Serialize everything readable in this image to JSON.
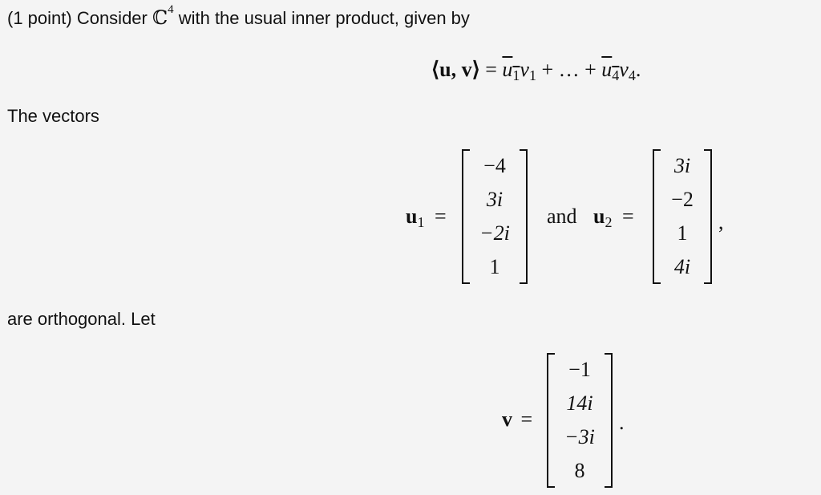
{
  "problem": {
    "intro_prefix": "(1 point) Consider ",
    "space_symbol": "ℂ",
    "space_power": "4",
    "intro_suffix": " with the usual inner product, given by",
    "inner_product": {
      "lhs": "⟨u, v⟩",
      "equals": "=",
      "term1_u": "u",
      "term1_u_sub": "1",
      "term1_v": "v",
      "term1_v_sub": "1",
      "middle": " + … + ",
      "term2_u": "u",
      "term2_u_sub": "4",
      "term2_v": "v",
      "term2_v_sub": "4",
      "end": "."
    },
    "text_vectors": "The vectors",
    "u1": {
      "name": "u",
      "sub": "1",
      "equals": "=",
      "entries": [
        "−4",
        "3i",
        "−2i",
        "1"
      ]
    },
    "and": "and",
    "u2": {
      "name": "u",
      "sub": "2",
      "equals": "=",
      "entries": [
        "3i",
        "−2",
        "1",
        "4i"
      ],
      "trail": ","
    },
    "text_orthogonal": "are orthogonal. Let",
    "v": {
      "name": "v",
      "equals": "=",
      "entries": [
        "−1",
        "14i",
        "−3i",
        "8"
      ],
      "trail": "."
    }
  }
}
